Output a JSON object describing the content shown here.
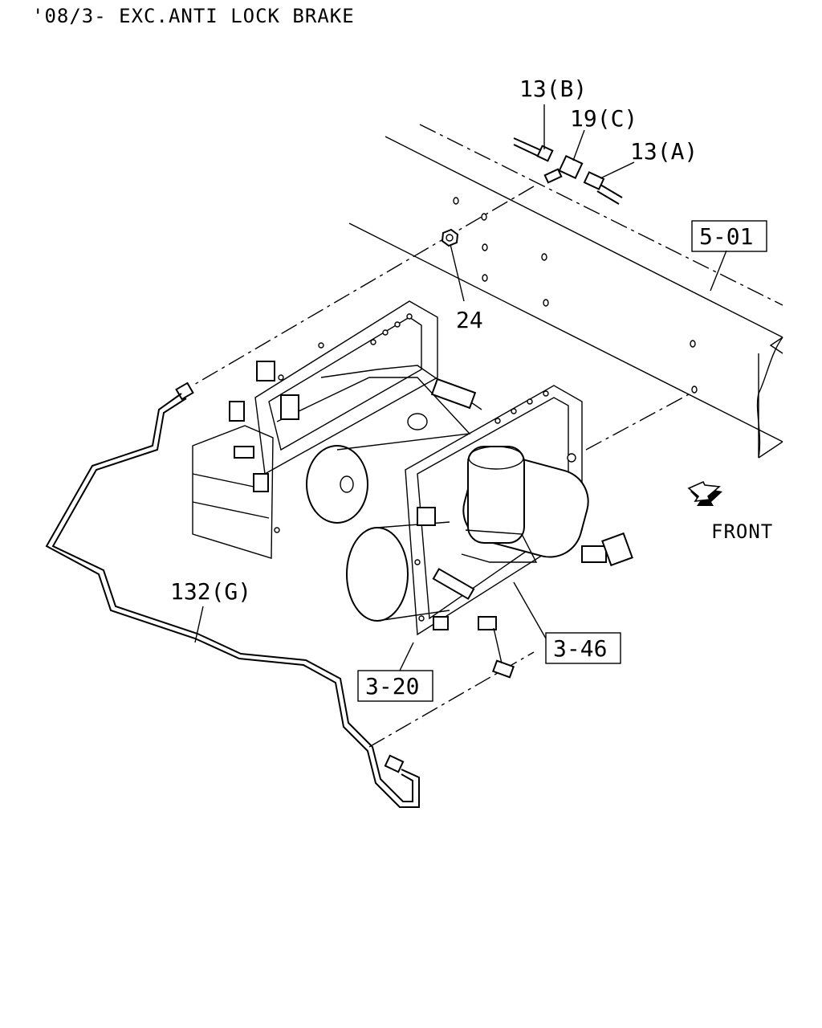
{
  "title": "'08/3- EXC.ANTI LOCK BRAKE",
  "callouts": {
    "c13b": "13(B)",
    "c19c": "19(C)",
    "c13a": "13(A)",
    "c24": "24",
    "c132g": "132(G)"
  },
  "references": {
    "r501": "5-01",
    "r346": "3-46",
    "r320": "3-20"
  },
  "direction": "FRONT"
}
